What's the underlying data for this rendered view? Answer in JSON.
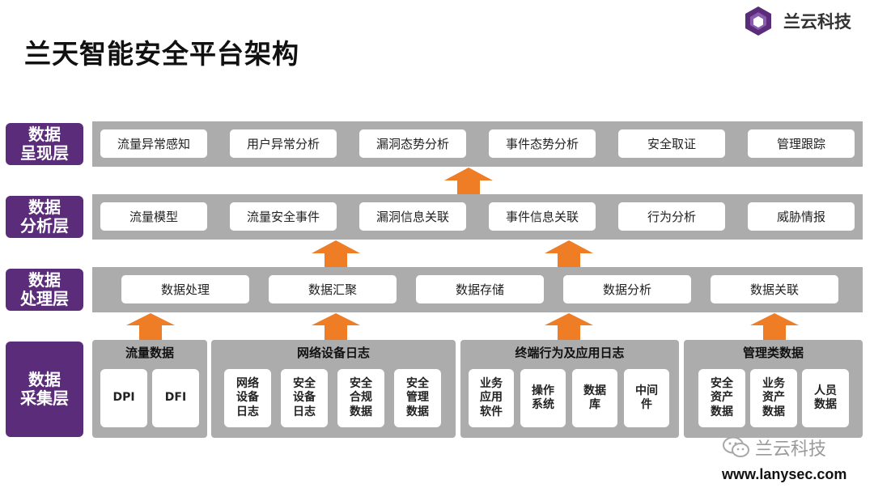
{
  "title": "兰天智能安全平台架构",
  "brand": {
    "name": "兰云科技"
  },
  "colors": {
    "layer_label_bg": "#5a2c7a",
    "band_bg": "#acacac",
    "arrow": "#ef7d25",
    "box_bg": "#ffffff"
  },
  "layers": {
    "presentation": {
      "label": "数据\n呈现层",
      "items": [
        "流量异常感知",
        "用户异常分析",
        "漏洞态势分析",
        "事件态势分析",
        "安全取证",
        "管理跟踪"
      ]
    },
    "analysis": {
      "label": "数据\n分析层",
      "items": [
        "流量模型",
        "流量安全事件",
        "漏洞信息关联",
        "事件信息关联",
        "行为分析",
        "威胁情报"
      ]
    },
    "processing": {
      "label": "数据\n处理层",
      "items": [
        "数据处理",
        "数据汇聚",
        "数据存储",
        "数据分析",
        "数据关联"
      ]
    },
    "collection": {
      "label": "数据\n采集层",
      "groups": [
        {
          "title": "流量数据",
          "items": [
            "DPI",
            "DFI"
          ]
        },
        {
          "title": "网络设备日志",
          "items": [
            "网络\n设备\n日志",
            "安全\n设备\n日志",
            "安全\n合规\n数据",
            "安全\n管理\n数据"
          ]
        },
        {
          "title": "终端行为及应用日志",
          "items": [
            "业务\n应用\n软件",
            "操作\n系统",
            "数据\n库",
            "中间\n件"
          ]
        },
        {
          "title": "管理类数据",
          "items": [
            "安全\n资产\n数据",
            "业务\n资产\n数据",
            "人员\n数据"
          ]
        }
      ]
    }
  },
  "watermark": {
    "text": "兰云科技",
    "icon": "wechat-icon"
  },
  "footer": {
    "url": "www.lanysec.com"
  }
}
